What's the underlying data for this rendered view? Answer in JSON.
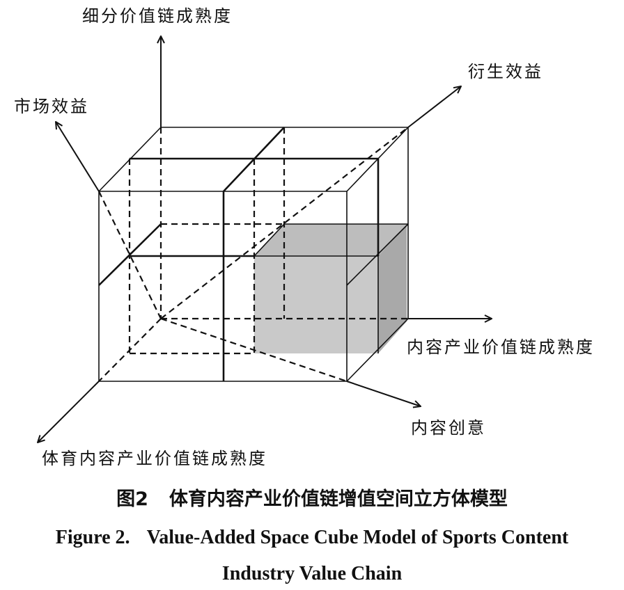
{
  "axes": {
    "up": "细分价值链成熟度",
    "upper_left": "市场效益",
    "upper_right": "衍生效益",
    "right": "内容产业价值链成熟度",
    "lower_right": "内容创意",
    "lower_left": "体育内容产业价值链成熟度"
  },
  "caption": {
    "cn_number": "图2",
    "cn_title": "体育内容产业价值链增值空间立方体模型",
    "en_label": "Figure 2.",
    "en_title_line1": "Value-Added Space Cube Model of Sports Content",
    "en_title_line2": "Industry Value Chain"
  },
  "colors": {
    "line": "#111111",
    "shade_front": "#c9c9c9",
    "shade_side": "#a9a9a9",
    "shade_top": "#bdbdbd"
  }
}
